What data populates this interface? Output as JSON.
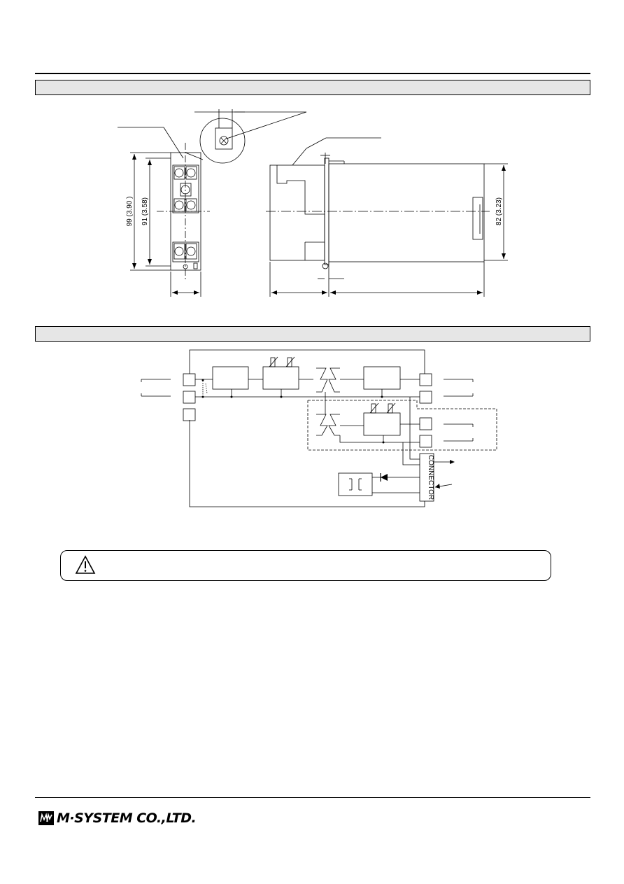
{
  "dimensions": {
    "height_label": "99 (3.90 )",
    "inner_height_label": "91 (3.58)",
    "side_height_label": "82 (3.23)"
  },
  "block_diagram": {
    "connector_label": "CONNECTOR"
  },
  "footer": {
    "company": "M·SYSTEM CO.,LTD."
  },
  "icons": {
    "caution": "warning-triangle-icon",
    "logo": "msystem-logo-icon"
  }
}
